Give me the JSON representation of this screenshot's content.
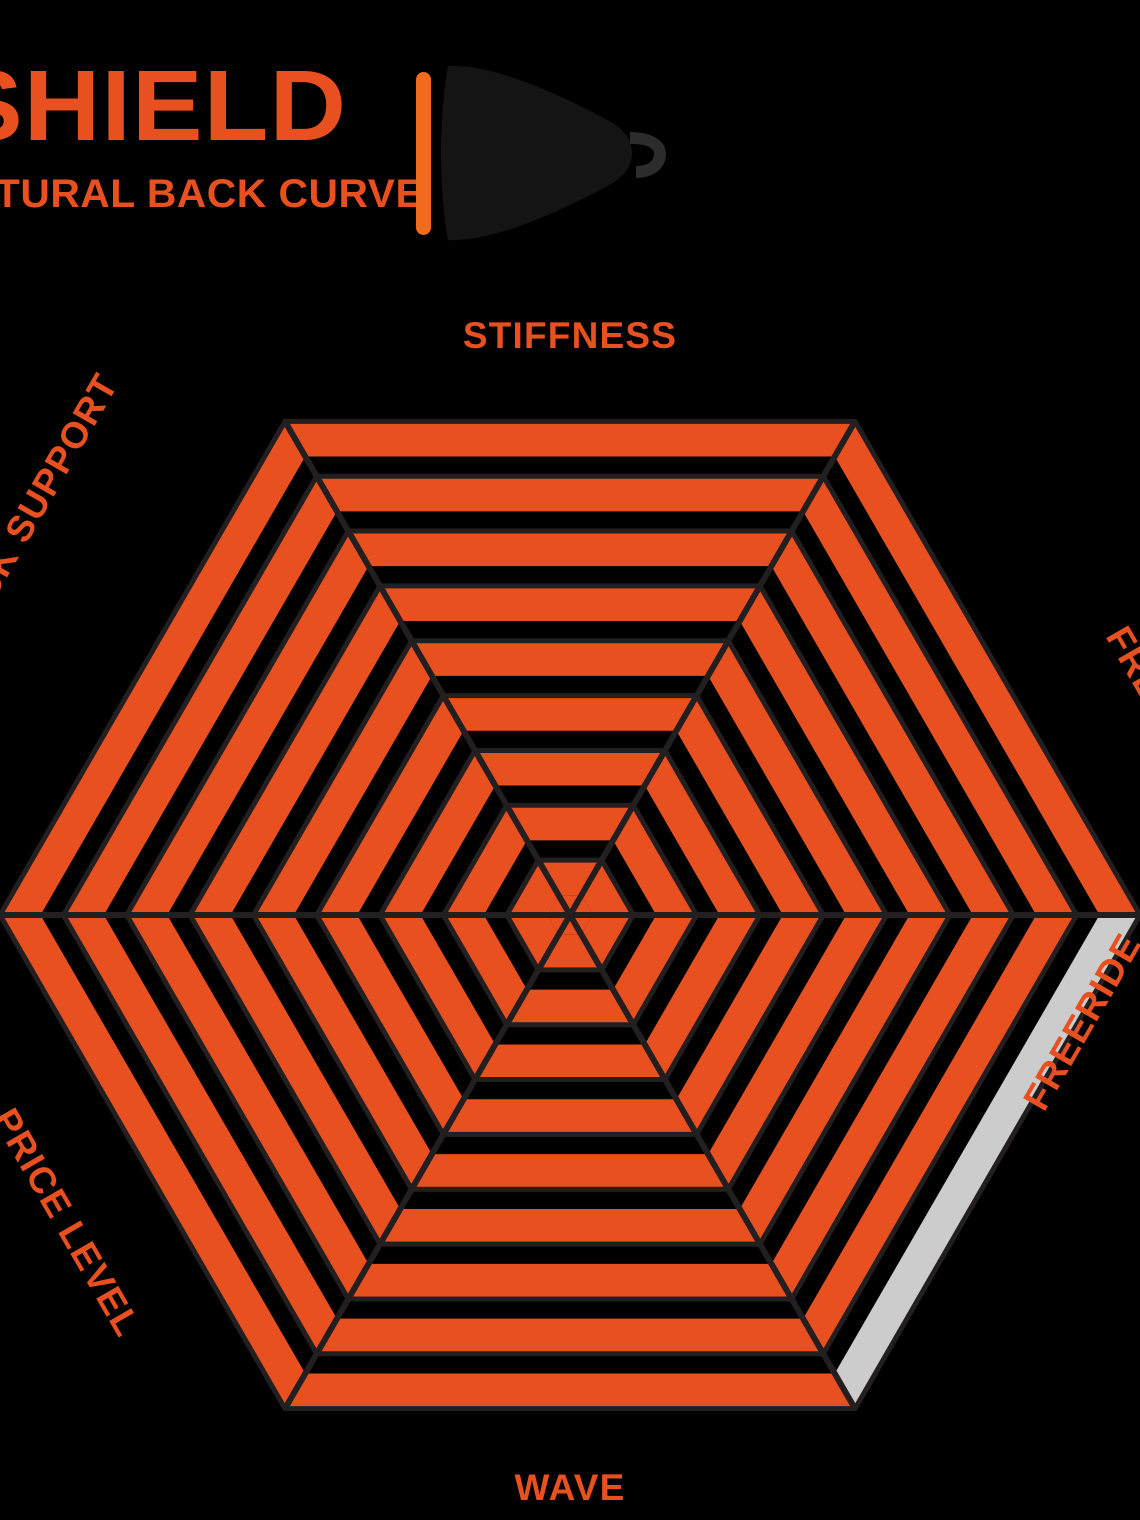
{
  "page": {
    "background_color": "#000000",
    "accent_color": "#E8501F",
    "muted_color": "#CCCCCC",
    "gap_color": "#000000",
    "spoke_color": "#231F20"
  },
  "logo": {
    "wordmark": "SHIELD",
    "tagline": "NATURAL BACK CURVE",
    "mark_name": "shield-back-protector-silhouette",
    "mark_bar_color": "#F26A1B",
    "mark_body_color": "#141414"
  },
  "chart_data": {
    "type": "radar",
    "title": "",
    "shape": "hexagon",
    "rings": 9,
    "ring_fill_color": "#E8501F",
    "ring_empty_color": "#CCCCCC",
    "ring_gap_color": "#000000",
    "grid": true,
    "spokes": true,
    "legend": "none",
    "range": [
      0,
      9
    ],
    "categories": [
      "STIFFNESS",
      "FREESTYLE / BIG AIR",
      "FREERIDE",
      "WAVE",
      "PRICE LEVEL",
      "BACK SUPPORT"
    ],
    "values": [
      9,
      9,
      8,
      9,
      9,
      9
    ],
    "series": [
      {
        "name": "Shield Natural Back Curve",
        "values": [
          9,
          9,
          8,
          9,
          9,
          9
        ]
      }
    ],
    "notes": "Every axis is filled to the outer ring (9 of 9) except FREERIDE, whose outermost band is rendered grey (8 of 9)."
  },
  "axis_labels": [
    {
      "text": "STIFFNESS",
      "name": "axis-label-stiffness"
    },
    {
      "text": "FREESTYLE / BIG AIR",
      "name": "axis-label-freestyle-big-air"
    },
    {
      "text": "FREERIDE",
      "name": "axis-label-freeride"
    },
    {
      "text": "WAVE",
      "name": "axis-label-wave"
    },
    {
      "text": "PRICE LEVEL",
      "name": "axis-label-price-level"
    },
    {
      "text": "BACK SUPPORT",
      "name": "axis-label-back-support"
    }
  ]
}
